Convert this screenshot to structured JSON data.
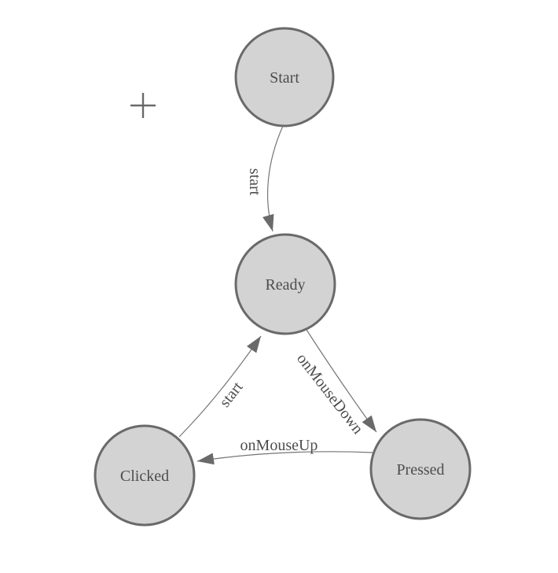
{
  "diagram": {
    "type": "state-machine",
    "nodes": [
      {
        "id": "start",
        "label": "Start"
      },
      {
        "id": "ready",
        "label": "Ready"
      },
      {
        "id": "clicked",
        "label": "Clicked"
      },
      {
        "id": "pressed",
        "label": "Pressed"
      }
    ],
    "edges": [
      {
        "from": "start",
        "to": "ready",
        "label": "start"
      },
      {
        "from": "ready",
        "to": "pressed",
        "label": "onMouseDown"
      },
      {
        "from": "pressed",
        "to": "clicked",
        "label": "onMouseUp"
      },
      {
        "from": "clicked",
        "to": "ready",
        "label": "start"
      }
    ],
    "icons": {
      "cursor": "crosshair-cursor-icon"
    },
    "colors": {
      "background": "#ffffff",
      "node_fill": "#d3d3d3",
      "node_stroke": "#6a6a6a",
      "edge_stroke": "#757575",
      "arrowhead": "#6a6a6a",
      "label_text": "#4d4d4d",
      "crosshair": "#6a6a6a"
    }
  }
}
